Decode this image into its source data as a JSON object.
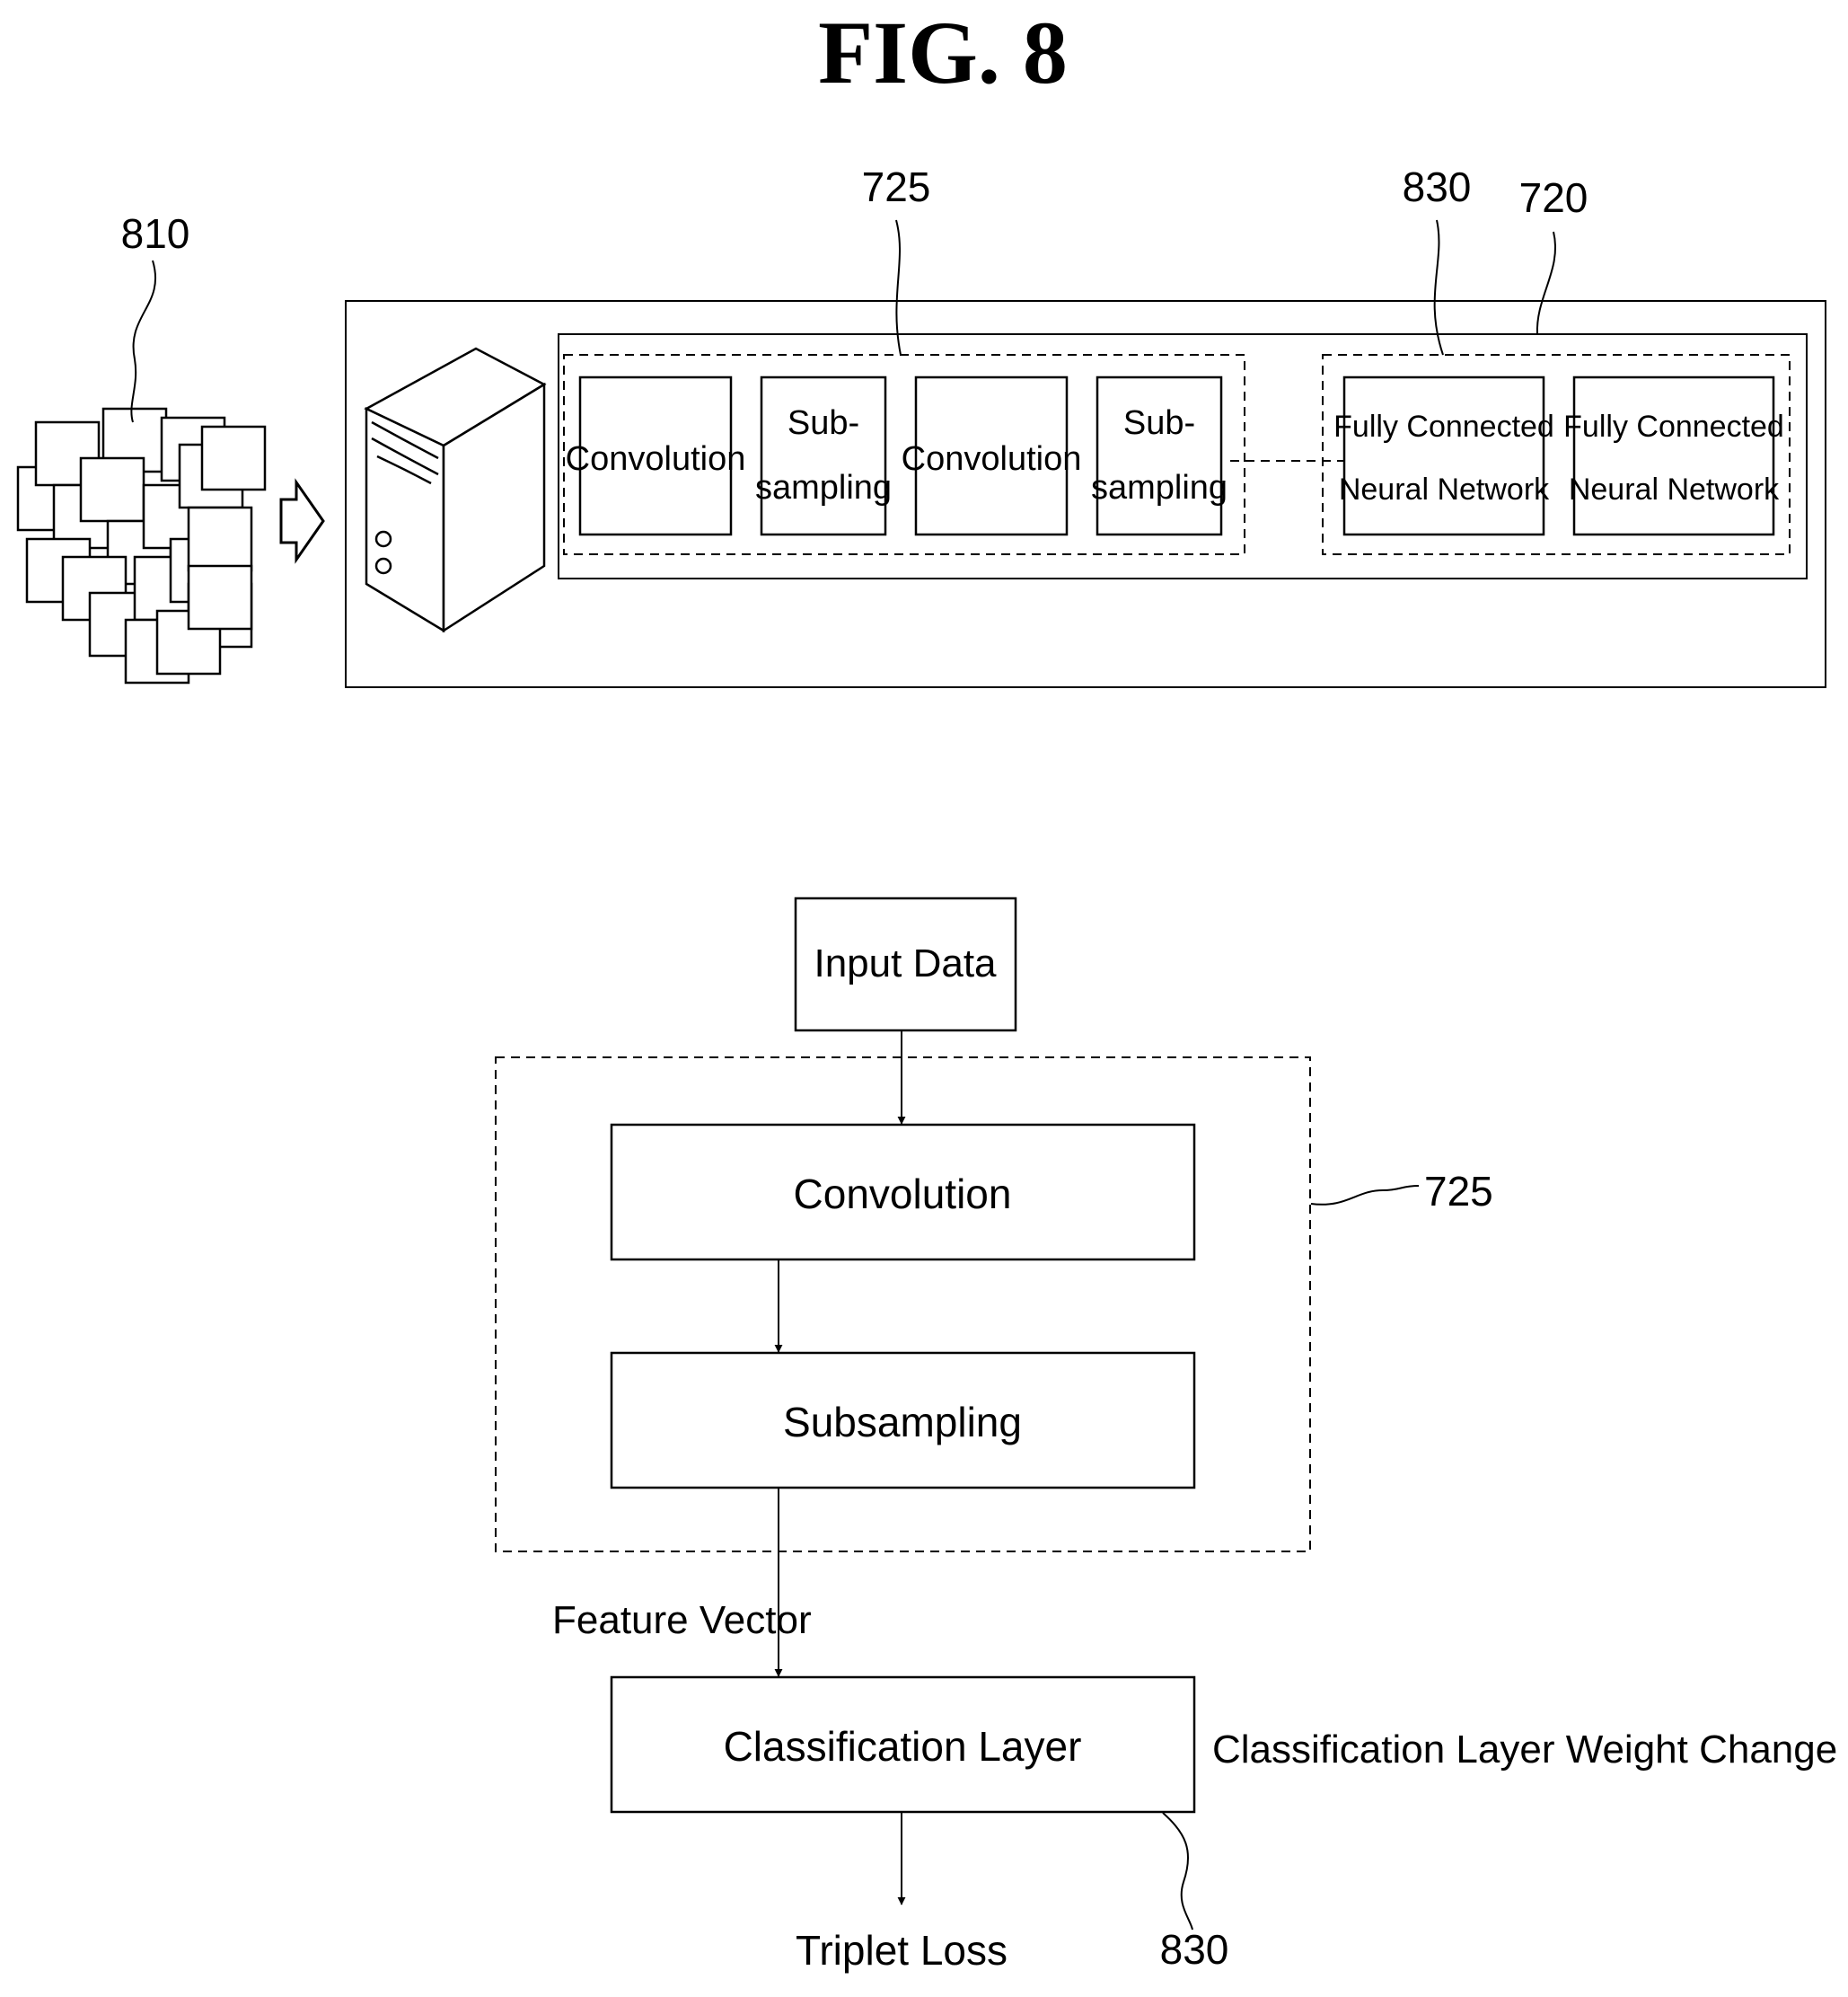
{
  "title": "FIG. 8",
  "top": {
    "ref_images": "810",
    "ref_feature_block": "725",
    "ref_classification": "830",
    "ref_model": "720",
    "layers": [
      {
        "lines": [
          "Convolution"
        ]
      },
      {
        "lines": [
          "Sub-",
          "sampling"
        ]
      },
      {
        "lines": [
          "Convolution"
        ]
      },
      {
        "lines": [
          "Sub-",
          "sampling"
        ]
      },
      {
        "lines": [
          "Fully Connected",
          "Neural Network"
        ]
      },
      {
        "lines": [
          "Fully Connected",
          "Neural Network"
        ]
      }
    ]
  },
  "bottom": {
    "input": "Input Data",
    "convolution": "Convolution",
    "subsampling": "Subsampling",
    "feature_vector": "Feature Vector",
    "classification": "Classification Layer",
    "weight_change": "Classification Layer Weight Change",
    "triplet_loss": "Triplet Loss",
    "ref_feature_block": "725",
    "ref_classification": "830"
  }
}
